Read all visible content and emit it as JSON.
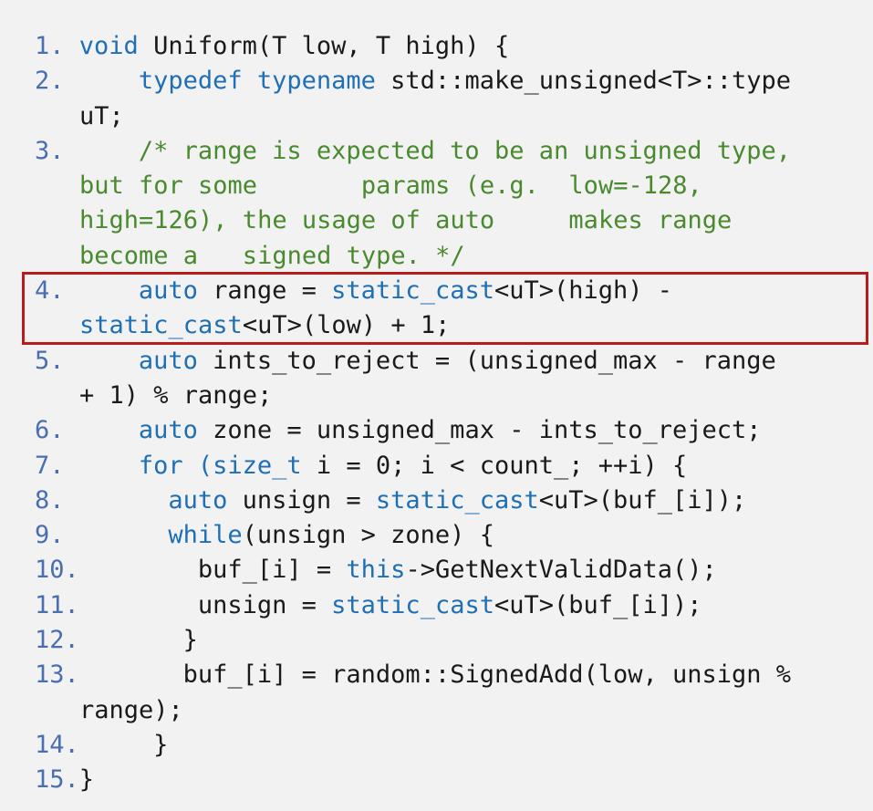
{
  "colors": {
    "background": "#f2f2f2",
    "text": "#1a1a1a",
    "line_number": "#4a6fb0",
    "keyword": "#1f6fb5",
    "comment": "#4a8a2e",
    "highlight_border": "#b81c1c"
  },
  "highlighted_line": 4,
  "lines": [
    {
      "num": "1.",
      "parts": [
        "void",
        " Uniform(T low, T high) {"
      ]
    },
    {
      "num": "2.",
      "parts": [
        "    ",
        "typedef typename",
        " std::make_unsigned<T>::type"
      ],
      "cont": "uT;"
    },
    {
      "num": "3.",
      "parts": [
        "    ",
        "/* range is expected to be an unsigned type,"
      ],
      "cont": [
        "but for some       params (e.g.  low=-128,",
        "high=126), the usage of auto     makes range",
        "become a   signed type. */"
      ]
    },
    {
      "num": "4.",
      "parts": [
        "    ",
        "auto",
        " range = ",
        "static_cast",
        "<uT>(high) -"
      ],
      "cont_parts": [
        "static_cast",
        "<uT>(low) + 1;"
      ]
    },
    {
      "num": "5.",
      "parts": [
        "    ",
        "auto",
        " ints_to_reject = (unsigned_max - range"
      ],
      "cont": "+ 1) % range;"
    },
    {
      "num": "6.",
      "parts": [
        "    ",
        "auto",
        " zone = unsigned_max - ints_to_reject;"
      ]
    },
    {
      "num": "7.",
      "parts": [
        "    ",
        "for (size_t",
        " i = 0; i < count_; ++i) {"
      ]
    },
    {
      "num": "8.",
      "parts": [
        "      ",
        "auto",
        " unsign = ",
        "static_cast",
        "<uT>(buf_[i]);"
      ]
    },
    {
      "num": "9.",
      "parts": [
        "      ",
        "while",
        "(unsign > zone) {"
      ]
    },
    {
      "num": "10.",
      "parts": [
        "       ",
        "buf_[i] = ",
        "this",
        "->GetNextValidData();"
      ]
    },
    {
      "num": "11.",
      "parts": [
        "       ",
        "unsign = ",
        "static_cast",
        "<uT>(buf_[i]);"
      ]
    },
    {
      "num": "12.",
      "parts": [
        "      ",
        "}"
      ]
    },
    {
      "num": "13.",
      "parts": [
        "      ",
        "buf_[i] = random::SignedAdd(low, unsign %"
      ],
      "cont": "range);"
    },
    {
      "num": "14.",
      "parts": [
        "    ",
        "}"
      ]
    },
    {
      "num": "15.",
      "parts": [
        "}"
      ]
    }
  ]
}
